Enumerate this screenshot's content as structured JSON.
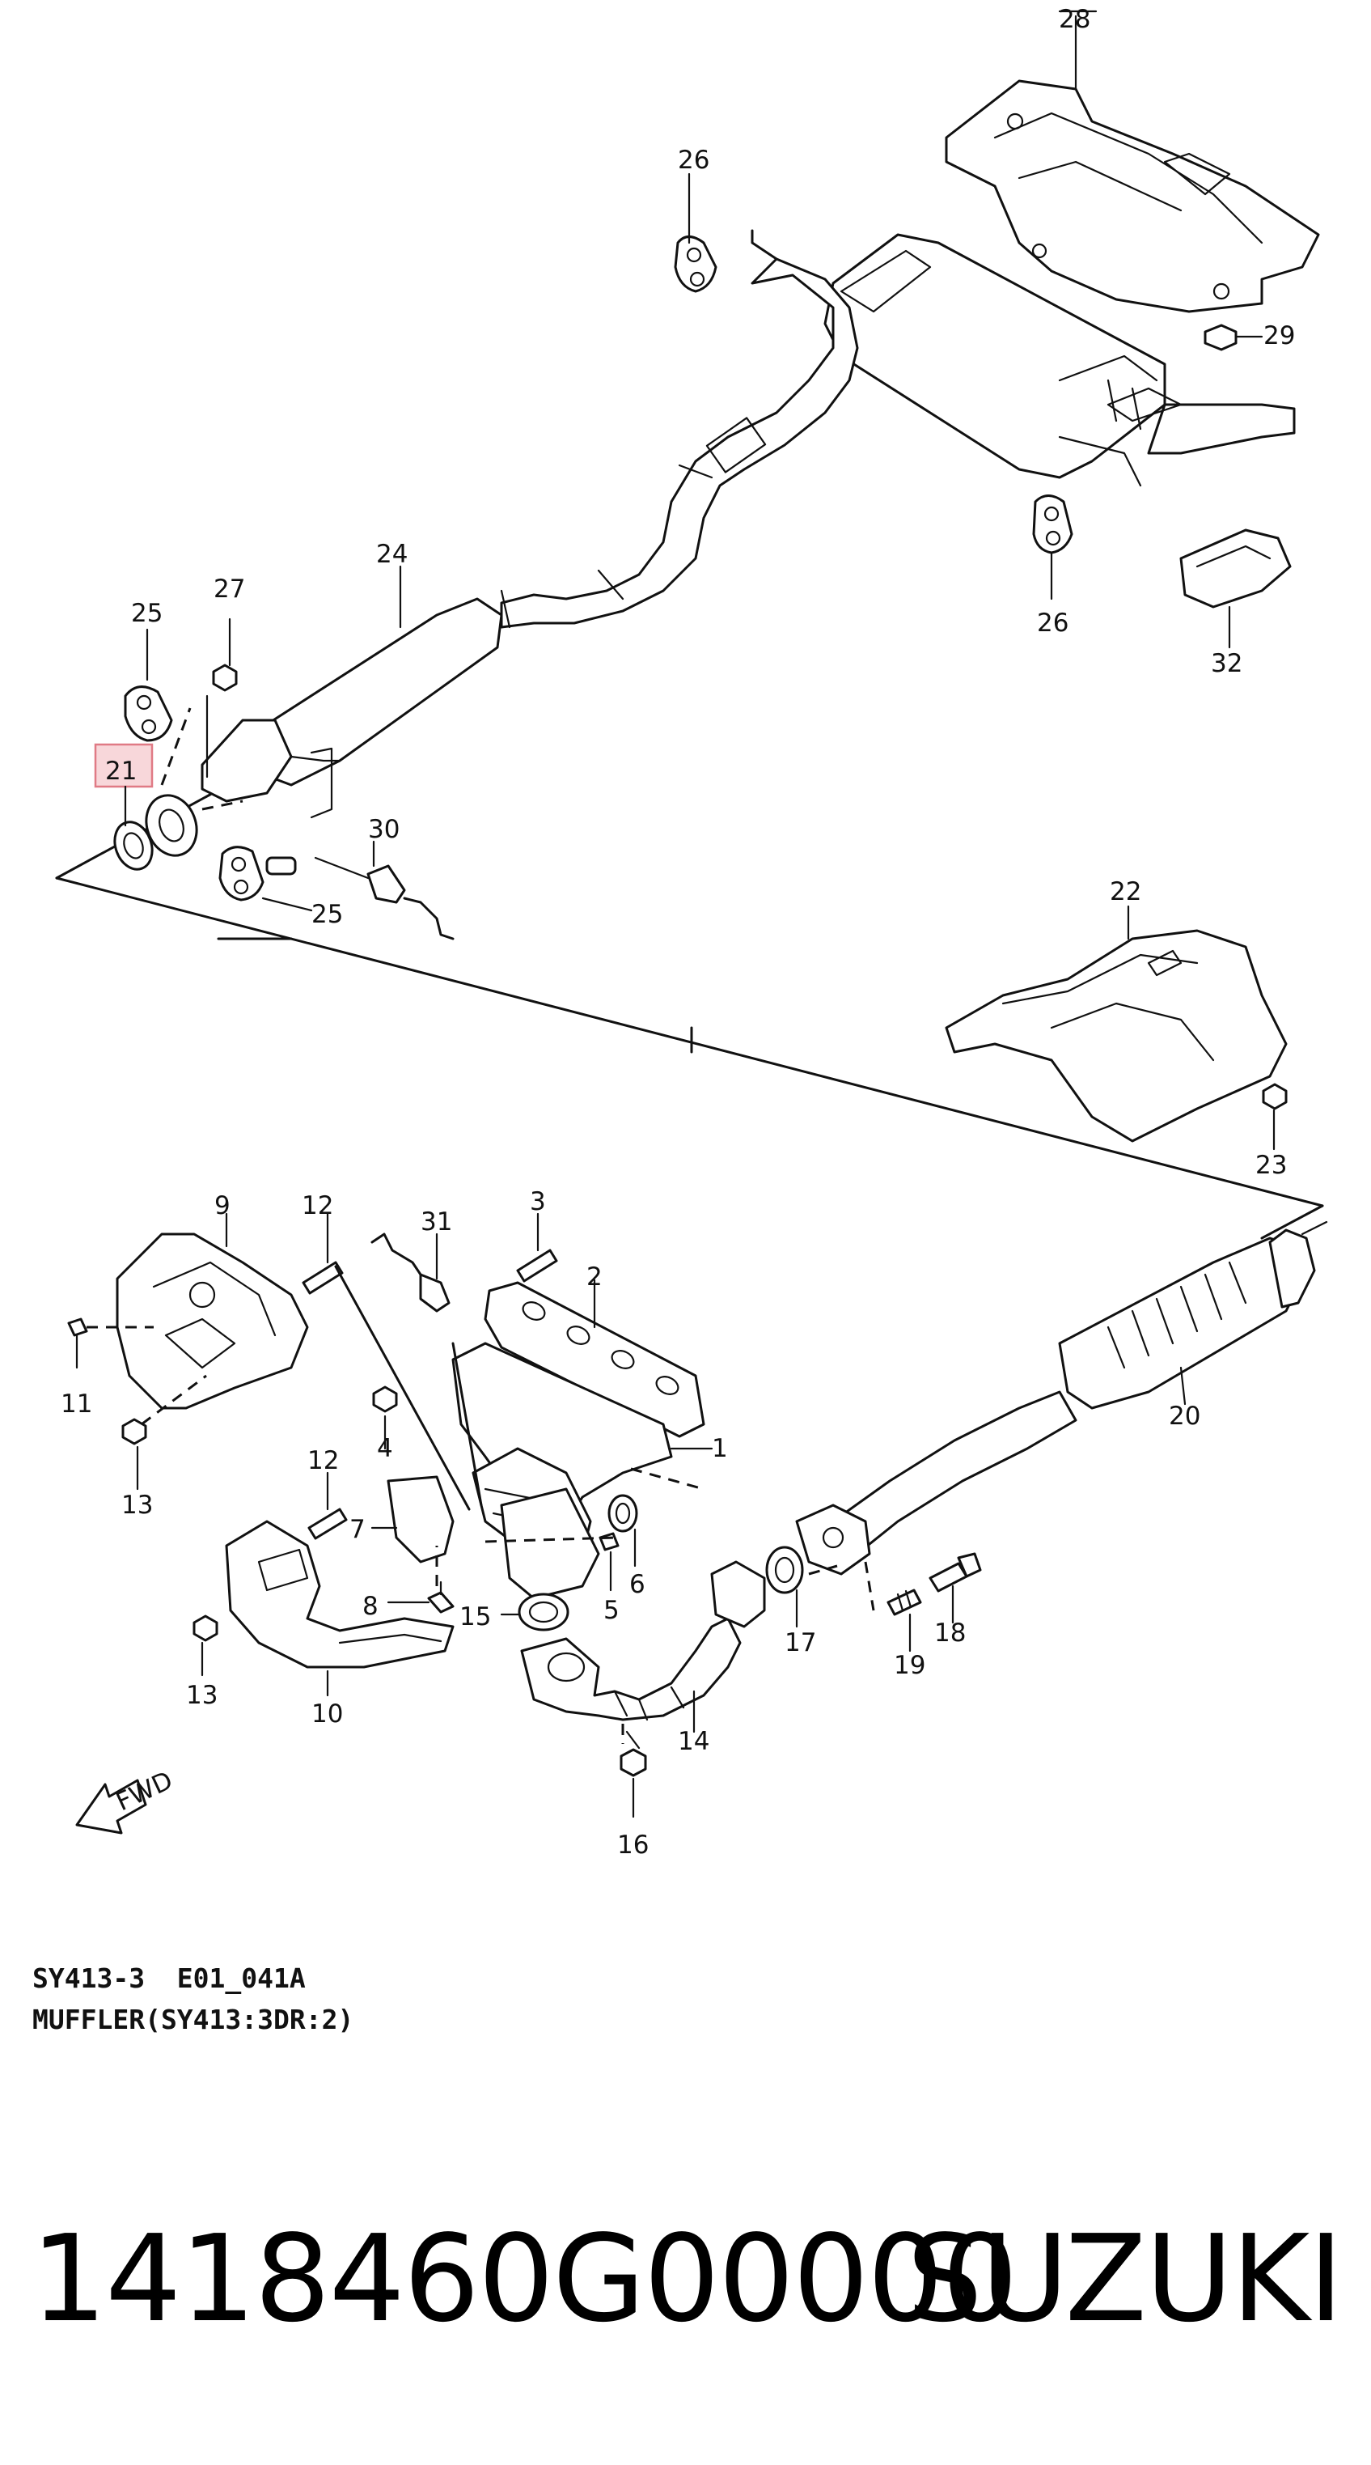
{
  "callouts": {
    "c1": "1",
    "c2": "2",
    "c3": "3",
    "c4": "4",
    "c5": "5",
    "c6": "6",
    "c7": "7",
    "c8": "8",
    "c9": "9",
    "c10": "10",
    "c11": "11",
    "c12a": "12",
    "c12b": "12",
    "c13a": "13",
    "c13b": "13",
    "c14": "14",
    "c15": "15",
    "c16": "16",
    "c17": "17",
    "c18": "18",
    "c19": "19",
    "c20": "20",
    "c21": "21",
    "c22": "22",
    "c23": "23",
    "c24": "24",
    "c25a": "25",
    "c25b": "25",
    "c26a": "26",
    "c26b": "26",
    "c27": "27",
    "c28": "28",
    "c29": "29",
    "c30": "30",
    "c31": "31",
    "c32": "32"
  },
  "fwd_label": "FWD",
  "caption": {
    "line1": "SY413-3  E01_041A",
    "line2": "MUFFLER(SY413:3DR:2)"
  },
  "footer": {
    "part_number": "1418460G00000",
    "brand": "SUZUKI"
  },
  "highlight_color": "#f8d7da"
}
